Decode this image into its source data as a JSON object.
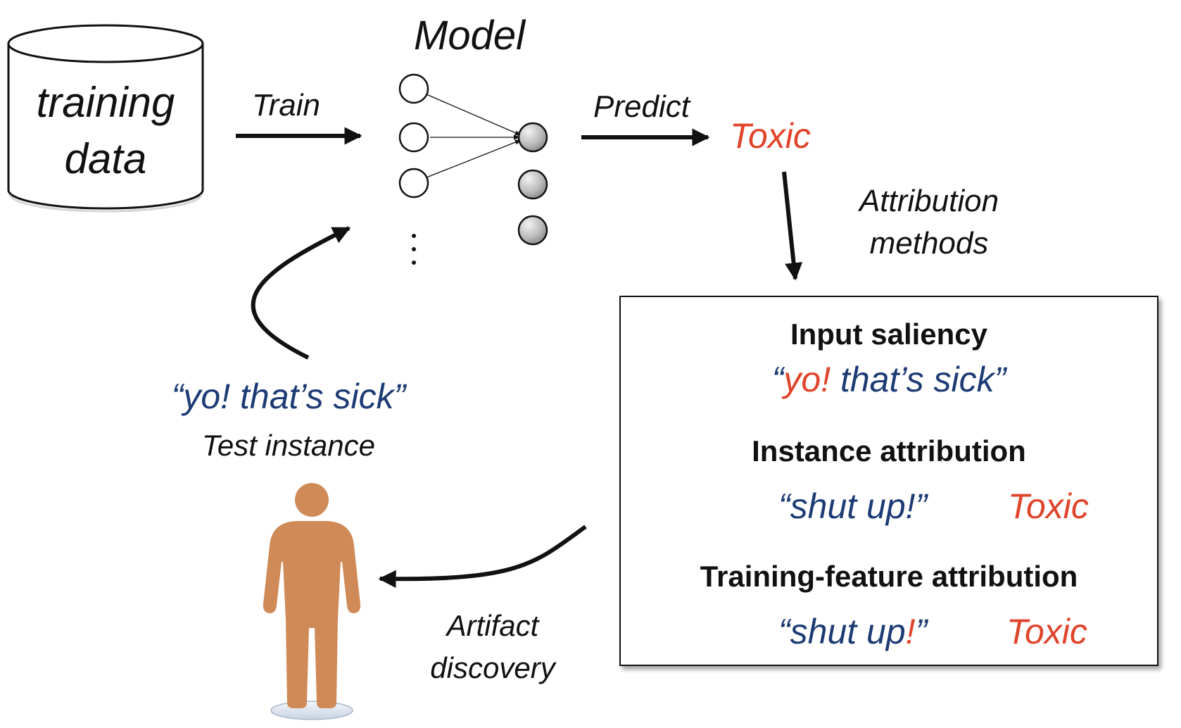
{
  "database": {
    "line1": "training",
    "line2": "data"
  },
  "model": {
    "title": "Model"
  },
  "arrows": {
    "train_label": "Train",
    "predict_label": "Predict",
    "attribution_line1": "Attribution",
    "attribution_line2": "methods",
    "artifact_line1": "Artifact",
    "artifact_line2": "discovery"
  },
  "prediction": {
    "label": "Toxic"
  },
  "test": {
    "quote": "“yo! that’s sick”",
    "caption": "Test instance"
  },
  "attribution_box": {
    "saliency": {
      "heading": "Input saliency",
      "q_open": "“",
      "q_highlight": "yo!",
      "q_rest": " that’s sick”"
    },
    "instance": {
      "heading": "Instance attribution",
      "quote": "“shut up!”",
      "label": "Toxic"
    },
    "training_feature": {
      "heading": "Training-feature attribution",
      "q_start": "“shut up",
      "q_highlight": "!",
      "q_end": "”",
      "label": "Toxic"
    }
  },
  "colors": {
    "red": "#e0442b",
    "blue": "#1d3b74",
    "person": "#d08a58"
  },
  "icons": [
    "database-cylinder-icon",
    "neural-network-icon",
    "person-icon"
  ]
}
